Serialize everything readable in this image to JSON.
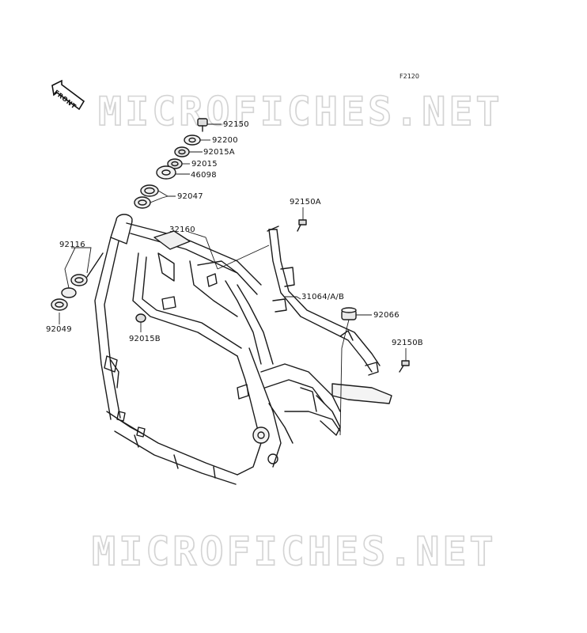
{
  "figure_code": "F2120",
  "watermark": "MICROFICHES.NET",
  "front_arrow_text": "FRONT",
  "parts": {
    "p92150": "92150",
    "p92200": "92200",
    "p92015A": "92015A",
    "p92015": "92015",
    "p46098": "46098",
    "p92047": "92047",
    "p92116": "92116",
    "p92049": "92049",
    "p32160": "32160",
    "p92015B": "92015B",
    "p92150A": "92150A",
    "p31064": "31064/A/B",
    "p92066": "92066",
    "p92150B": "92150B"
  }
}
